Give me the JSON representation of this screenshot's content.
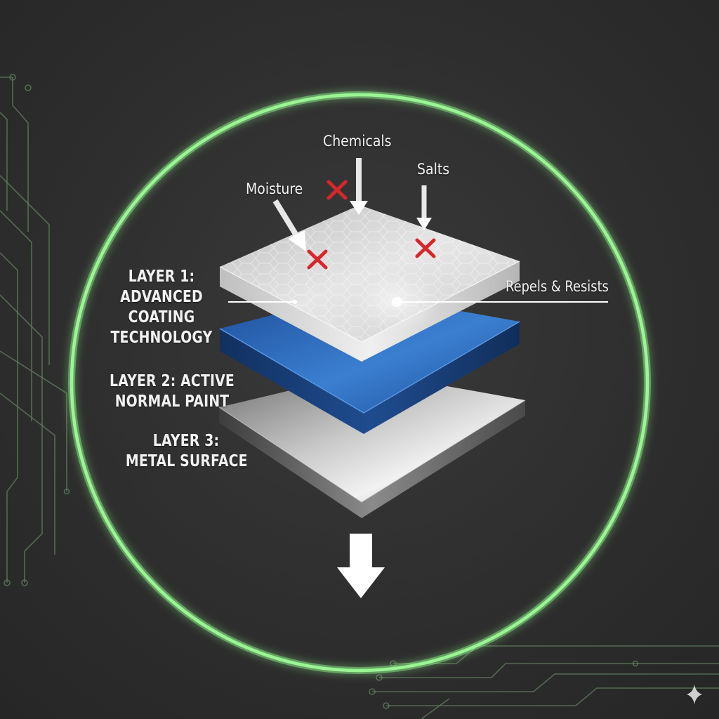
{
  "hazards": {
    "chemicals": "Chemicals",
    "salts": "Salts",
    "moisture": "Moisture"
  },
  "callout": {
    "repels": "Repels & Resists"
  },
  "layers": {
    "layer1": {
      "line1": "LAYER 1:",
      "line2": "ADVANCED",
      "line3": "COATING",
      "line4": "TECHNOLOGY"
    },
    "layer2": {
      "line1": "LAYER 2: ACTIVE",
      "line2": "NORMAL PAINT"
    },
    "layer3": {
      "line1": "LAYER 3:",
      "line2": "METAL SURFACE"
    }
  },
  "colors": {
    "background": "#2e2e2e",
    "ring": "#8ef58a",
    "coating": "#d9d9d9",
    "paint": "#2d63b5",
    "metal": "#a8a8a8",
    "block_mark": "#d9262b",
    "circuit": "#5f7a5c"
  },
  "icons": {
    "blocked": "x-mark-icon",
    "direction": "down-arrow-icon",
    "sparkle": "sparkle-icon"
  }
}
